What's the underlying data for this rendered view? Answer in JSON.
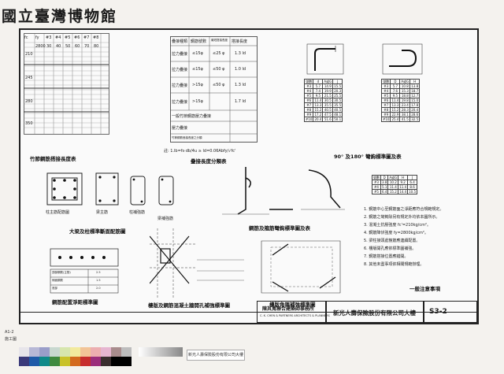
{
  "watermark": "國立臺灣博物館",
  "captions": {
    "bamboo": "竹節鋼筋搭接長度表",
    "lap": "疊接長度分類表",
    "hook_bend": "90° 及180° 彎鉤標準圖及表",
    "beam_column": "大梁及柱標準斷面配筋圖",
    "stirrup_hook": "鋼筋及箍筋彎鉤標準圖及表",
    "opening": "樓版及鋼筋混凝土牆開孔補強標準圖",
    "cover": "鋼筋配置淨距標準圖",
    "corner": "樓版角隅補強標準圖",
    "general_notes": "一般注意事項"
  },
  "column_labels": [
    "柱主筋配筋圖",
    "梁主筋",
    "柱補強筋",
    "梁補強筋"
  ],
  "lap_table": {
    "headers": [
      "疊接種類",
      "鋼筋號數",
      "最短搭接長度",
      "搭接長度"
    ],
    "rows": [
      [
        "拉力疊接",
        "≤15φ",
        "≤25 φ",
        "1.3 ld"
      ],
      [
        "拉力疊接",
        "≤15φ",
        "≤50 φ",
        "1.0 ld"
      ],
      [
        "拉力疊接",
        ">15φ",
        "≤50 φ",
        "1.3 ld"
      ],
      [
        "拉力疊接",
        ">15φ",
        "",
        "1.7 ld"
      ]
    ],
    "extra_rows": [
      "一般竹節鋼筋壓力疊接",
      "壓力疊接",
      "竹節鋼筋疊接長度之分類"
    ]
  },
  "bamboo_table": {
    "header": [
      "fc",
      "fy",
      "#3",
      "#4",
      "#5",
      "#6",
      "#7",
      "#8"
    ],
    "groups": [
      "210",
      "245",
      "280",
      "350"
    ],
    "sample": [
      "2800",
      "30",
      "40",
      "50",
      "60",
      "70",
      "80"
    ]
  },
  "bend_table_1": {
    "headers": [
      "號數",
      "d",
      "A或G",
      "J"
    ],
    "rows": [
      [
        "#3",
        "5.7",
        "14.9",
        "15.5"
      ],
      [
        "#4",
        "7.4",
        "19.9",
        "20.3"
      ],
      [
        "#5",
        "9.5",
        "21.5",
        "25.5"
      ],
      [
        "#6",
        "11.4",
        "30.5",
        "30.5"
      ],
      [
        "#7",
        "13.3",
        "35.5",
        "35.5"
      ],
      [
        "#8",
        "15.2",
        "40.5",
        "40.5"
      ],
      [
        "#9",
        "17.2",
        "47.5",
        "48.1"
      ],
      [
        "#10",
        "20.4",
        "51.6",
        "50.1"
      ]
    ]
  },
  "bend_table_2": {
    "headers": [
      "號數",
      "D",
      "A或G",
      "H"
    ],
    "rows": [
      [
        "#3",
        "5.7",
        "10.8",
        "13.8"
      ],
      [
        "#4",
        "7.6",
        "15.3",
        "18.7"
      ],
      [
        "#5",
        "9.5",
        "18.8",
        "12.7"
      ],
      [
        "#6",
        "11.4",
        "19.8",
        "15.0"
      ],
      [
        "#7",
        "13.3",
        "23.4",
        "17.8"
      ],
      [
        "#8",
        "15.2",
        "28.3",
        "20.4"
      ],
      [
        "#9",
        "22.9",
        "38.1",
        "28.6"
      ],
      [
        "#10",
        "25.4",
        "41.5",
        "32.5"
      ]
    ]
  },
  "stirrup_table": {
    "headers": [
      "號數",
      "D",
      "A或G",
      "H",
      "J"
    ],
    "rows": [
      [
        "#3",
        "3.8",
        "10.2",
        "9.2",
        "6.4"
      ],
      [
        "#4",
        "5.1",
        "11.4",
        "11.4",
        "8.6"
      ],
      [
        "#5",
        "6.4",
        "15.2",
        "14.4",
        "10.5"
      ]
    ]
  },
  "cover_table": {
    "rows": [
      [
        "頂部鋼筋(主筋)",
        "2.5"
      ],
      [
        "側面鋼筋",
        "1.5"
      ],
      [
        "底部",
        "2.0"
      ]
    ]
  },
  "notes": [
    "1. 鋼筋中心至鋼筋面之淨距應符合規範規定。",
    "2. 鋼筋之彎鉤除另有規定外均依本圖所示。",
    "3. 混凝土抗壓強度 fc'=210kg/cm²。",
    "4. 鋼筋降伏強度 fy=2800kg/cm²。",
    "5. 梁柱接頭處箍筋應連續配置。",
    "6. 樓版開孔應依標準圖補強。",
    "7. 鋼筋搭接位置應錯開。",
    "8. 其他未盡事項依相關規範辦理。"
  ],
  "formula": "註: 1.lb=fs·db/4u ≥ ld=0.06Abfy/√fc'",
  "title_block": {
    "firm": "陳其寬聯合建築師事務所",
    "firm_en": "C. K. CHEN & PARTNERS  ARCHITECTS & PLANNERS",
    "project": "新光人壽保險股份有限公司大樓",
    "drawing_no": "S3-2",
    "section": "一般注意事項"
  },
  "side_labels": [
    "A1-2",
    "施工圖"
  ],
  "colorbar_label": "新光人壽保險股份有限公司大樓",
  "colors": [
    "#e7e5ea",
    "#b7b8d6",
    "#9a9ec9",
    "#c8d8cf",
    "#d7e6ad",
    "#f2ea9d",
    "#f2c497",
    "#ecaeb0",
    "#e6b5d0",
    "#a88c8c",
    "#bdbdbd",
    "#3a3a7a",
    "#1e5aa8",
    "#0f8a88",
    "#3f8a3f",
    "#c9c228",
    "#d36a1e",
    "#c72d2d",
    "#9b2d7b",
    "#3a2e2e",
    "#000000"
  ]
}
